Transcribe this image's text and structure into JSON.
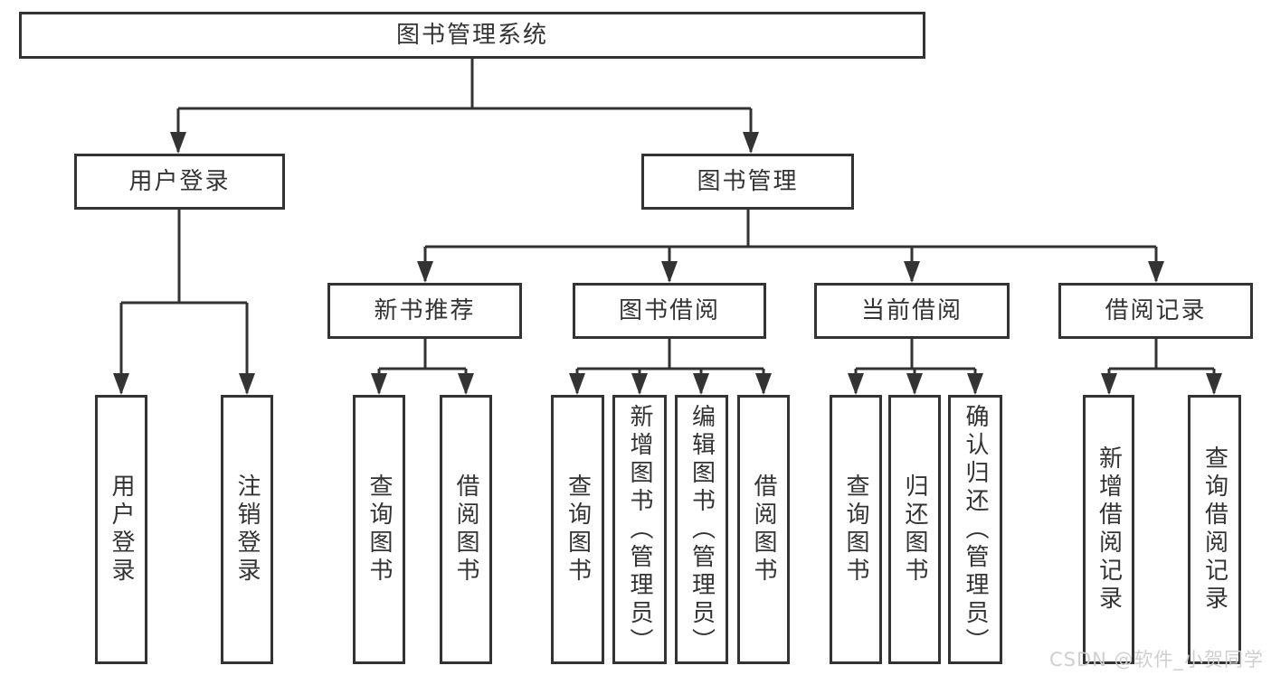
{
  "diagram": {
    "root": "图书管理系统",
    "level2": {
      "user_login": "用户登录",
      "book_management": "图书管理"
    },
    "level3": {
      "new_book": "新书推荐",
      "book_borrow": "图书借阅",
      "current_borrow": "当前借阅",
      "borrow_records": "借阅记录"
    },
    "leaves": {
      "user_login": "用户登录",
      "logout": "注销登录",
      "nb_query": "查询图书",
      "nb_borrow": "借阅图书",
      "bb_query": "查询图书",
      "bb_add": "新增图书（管理员）",
      "bb_edit": "编辑图书（管理员）",
      "bb_borrow": "借阅图书",
      "cb_query": "查询图书",
      "cb_return": "归还图书",
      "cb_confirm": "确认归还（管理员）",
      "br_add": "新增借阅记录",
      "br_query": "查询借阅记录"
    }
  },
  "watermark": "CSDN @软件_小贺同学",
  "colors": {
    "line": "#333333",
    "text": "#333333",
    "box_fill": "#ffffff",
    "watermark": "#cccccc",
    "background": "#ffffff"
  }
}
